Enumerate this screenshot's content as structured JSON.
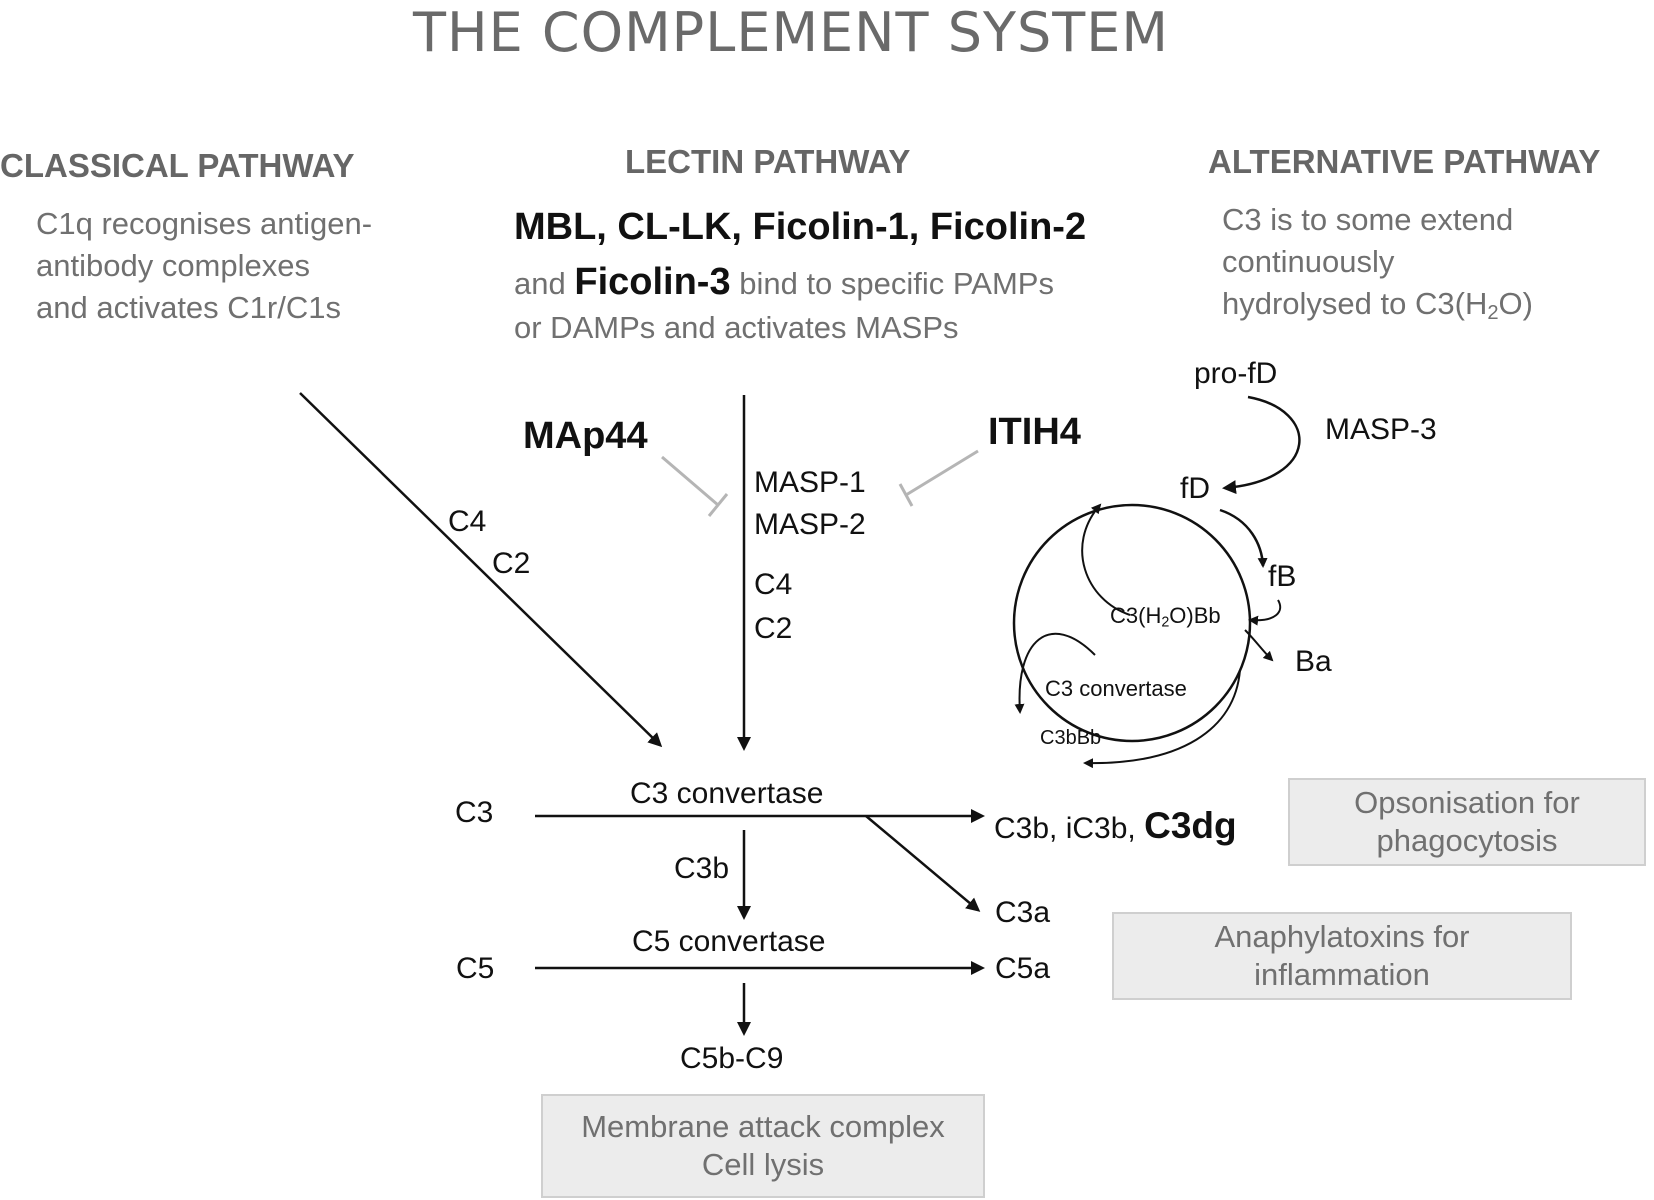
{
  "title": "THE COMPLEMENT SYSTEM",
  "classical": {
    "heading": "CLASSICAL PATHWAY",
    "desc": [
      "C1q recognises antigen-",
      "antibody complexes",
      "and activates C1r/C1s"
    ],
    "labels": [
      "C4",
      "C2"
    ]
  },
  "lectin": {
    "heading": "LECTIN PATHWAY",
    "bold_line1": "MBL, CL-LK, Ficolin-1, Ficolin-2",
    "line2_prefix": "and",
    "line2_bold": "Ficolin-3",
    "line2_suffix": "bind to specific PAMPs",
    "line3": "or DAMPs and activates MASPs",
    "inhibitor_left": "MAp44",
    "inhibitor_right": "ITIH4",
    "enzymes": [
      "MASP-1",
      "MASP-2"
    ],
    "substrates": [
      "C4",
      "C2"
    ]
  },
  "alternative": {
    "heading": "ALTERNATIVE PATHWAY",
    "desc_line1": "C3 is to some extend",
    "desc_line2": "continuously",
    "desc_line3_prefix": "hydrolysed to C3(H",
    "desc_line3_sub": "2",
    "desc_line3_suffix": "O)",
    "pro_fd": "pro-fD",
    "masp3": "MASP-3",
    "fd": "fD",
    "fb": "fB",
    "c3h2obb_prefix": "C3(H",
    "c3h2obb_sub": "2",
    "c3h2obb_suffix": "O)Bb",
    "ba": "Ba",
    "c3_convertase": "C3 convertase",
    "c3bbb": "C3bBb"
  },
  "cascade": {
    "c3": "C3",
    "c3_convertase": "C3 convertase",
    "c3b_products_prefix": "C3b, iC3b,",
    "c3dg": "C3dg",
    "c3b": "C3b",
    "c3a": "C3a",
    "c5": "C5",
    "c5_convertase": "C5 convertase",
    "c5a": "C5a",
    "c5b_c9": "C5b-C9"
  },
  "outcomes": {
    "opsonisation": [
      "Opsonisation for",
      "phagocytosis"
    ],
    "anaphylatoxins": [
      "Anaphylatoxins for",
      "inflammation"
    ],
    "mac": [
      "Membrane attack complex",
      "Cell lysis"
    ]
  },
  "colors": {
    "heading_gray": "#666666",
    "box_fill": "#ececec",
    "inhibitor_line": "#b5b5b5"
  }
}
